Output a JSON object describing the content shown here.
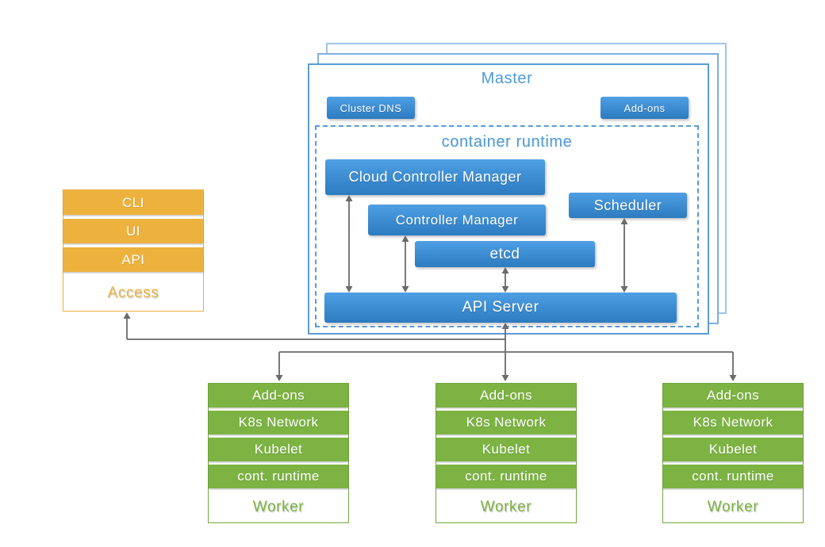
{
  "master": {
    "title": "Master",
    "buttons": {
      "cluster_dns": "Cluster DNS",
      "addons": "Add-ons"
    },
    "container_runtime": {
      "label": "container runtime",
      "cloud_controller_manager": "Cloud Controller Manager",
      "controller_manager": "Controller Manager",
      "scheduler": "Scheduler",
      "etcd": "etcd",
      "api_server": "API Server"
    }
  },
  "access": {
    "rows": [
      "CLI",
      "UI",
      "API"
    ],
    "label": "Access"
  },
  "workers": [
    {
      "rows": [
        "Add-ons",
        "K8s Network",
        "Kubelet",
        "cont. runtime"
      ],
      "label": "Worker"
    },
    {
      "rows": [
        "Add-ons",
        "K8s Network",
        "Kubelet",
        "cont. runtime"
      ],
      "label": "Worker"
    },
    {
      "rows": [
        "Add-ons",
        "K8s Network",
        "Kubelet",
        "cont. runtime"
      ],
      "label": "Worker"
    }
  ],
  "colors": {
    "blue_gradient_top": "#4E9FE3",
    "blue_gradient_bottom": "#2D7BC1",
    "light_blue_text": "#4D9BD9",
    "master_border": "#5B9BD5",
    "orange": "#EDB23D",
    "green": "#7CB342",
    "arrow_gray": "#6A6A6A"
  }
}
